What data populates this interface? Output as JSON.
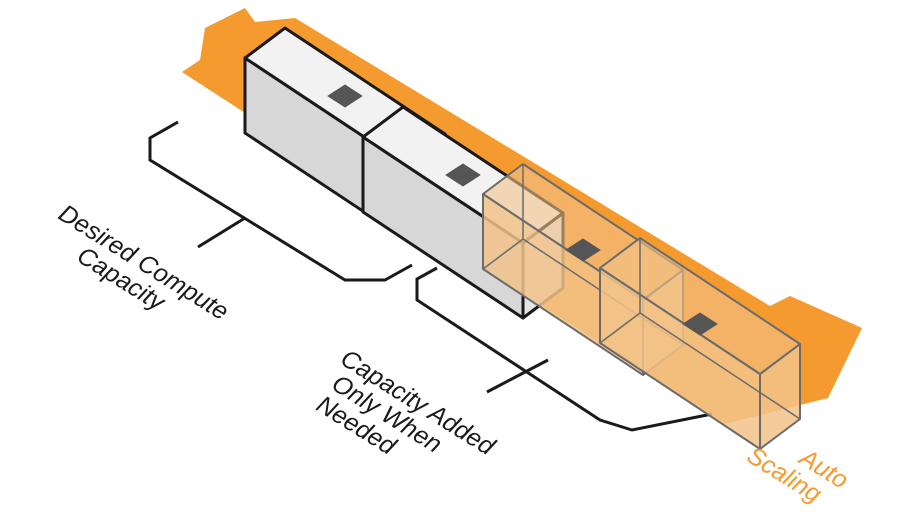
{
  "labels": {
    "desired": {
      "line1": "Desired Compute",
      "line2": "Capacity"
    },
    "added": {
      "line1": "Capacity Added",
      "line2": "Only When",
      "line3": "Needed"
    },
    "auto": {
      "line1": "Auto",
      "line2": "Scaling"
    }
  },
  "colors": {
    "arrow": "#f59a2e",
    "server_top": "#f2f2f2",
    "server_front": "#d7d7d7",
    "server_side": "#e3e3e3",
    "ghost_fill": "#f2c38a",
    "ghost_edge": "#6b6b6b",
    "button": "#555555",
    "bracket": "#1a1a1a"
  },
  "servers": [
    {
      "kind": "solid"
    },
    {
      "kind": "solid"
    },
    {
      "kind": "ghost"
    },
    {
      "kind": "ghost"
    }
  ]
}
